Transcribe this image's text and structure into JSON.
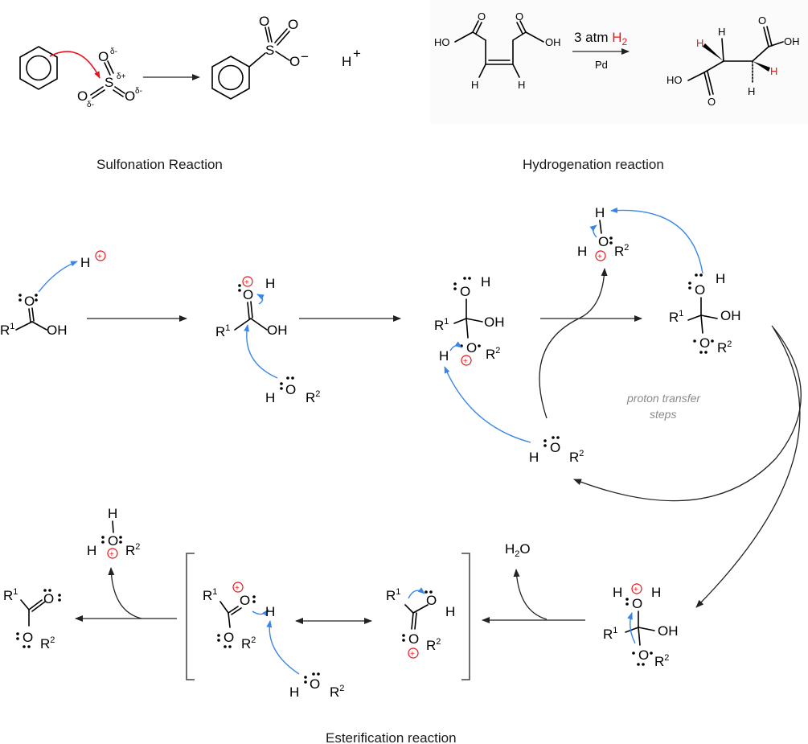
{
  "captions": {
    "sulfonation": "Sulfonation Reaction",
    "hydrogenation": "Hydrogenation reaction",
    "esterification": "Esterification reaction"
  },
  "sulfonation": {
    "O": "O",
    "S": "S",
    "d_minus": "δ-",
    "d_plus": "δ+",
    "O_minus": "O",
    "minus": "−",
    "H": "H",
    "plus": "+"
  },
  "hydrogenation": {
    "HO": "HO",
    "OH": "OH",
    "O": "O",
    "H": "H",
    "conditions_pressure": "3 atm",
    "conditions_gas": "H",
    "conditions_gas_sub": "2",
    "catalyst": "Pd"
  },
  "esterification": {
    "O": "O",
    "H": "H",
    "OH": "OH",
    "R": "R",
    "sup1": "1",
    "sup2": "2",
    "H2O_H": "H",
    "H2O_sub": "2",
    "H2O_O": "O",
    "note_line1": "proton transfer",
    "note_line2": "steps"
  },
  "colors": {
    "highlight_red": "#e8141c",
    "curved_arrow_blue": "#3a86e8"
  }
}
